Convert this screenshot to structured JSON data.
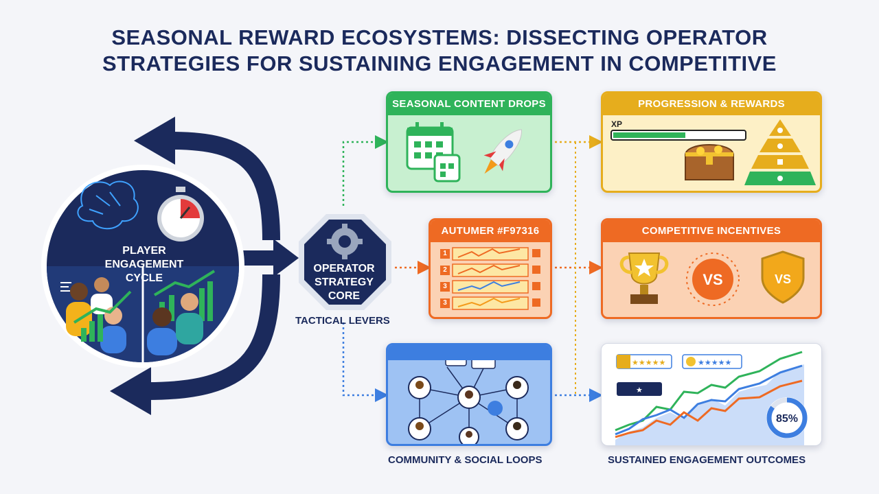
{
  "title_lines": [
    "SEASONAL REWARD ECOSYSTEMS: DISSECTING OPERATOR",
    "STRATEGIES FOR SUSTAINING ENGAGEMENT IN COMPETITIVE"
  ],
  "player_cycle": {
    "label_lines": [
      "PLAYER",
      "ENGAGEMENT",
      "CYCLE"
    ]
  },
  "core": {
    "label_lines": [
      "OPERATOR",
      "STRATEGY",
      "CORE"
    ],
    "caption": "TACTICAL LEVERS"
  },
  "cards": {
    "seasonal": {
      "title": "SEASONAL CONTENT DROPS"
    },
    "progression": {
      "title": "PROGRESSION & REWARDS",
      "xp_label": "XP",
      "xp_progress": 0.55
    },
    "autumer": {
      "title": "AUTUMER #F97316",
      "ranks": [
        "1",
        "2",
        "3",
        "3"
      ]
    },
    "competitive": {
      "title": "COMPETITIVE INCENTIVES",
      "vs1": "VS",
      "vs2": "VS"
    },
    "community": {
      "caption": "COMMUNITY & SOCIAL LOOPS"
    },
    "outcomes": {
      "caption": "SUSTAINED ENGAGEMENT OUTCOMES",
      "percent": "85%"
    }
  },
  "colors": {
    "navy": "#1b2a5c",
    "green": "#2fb35a",
    "gold": "#e6ad1d",
    "orange": "#ee6a23",
    "blue": "#3d7ee0"
  }
}
